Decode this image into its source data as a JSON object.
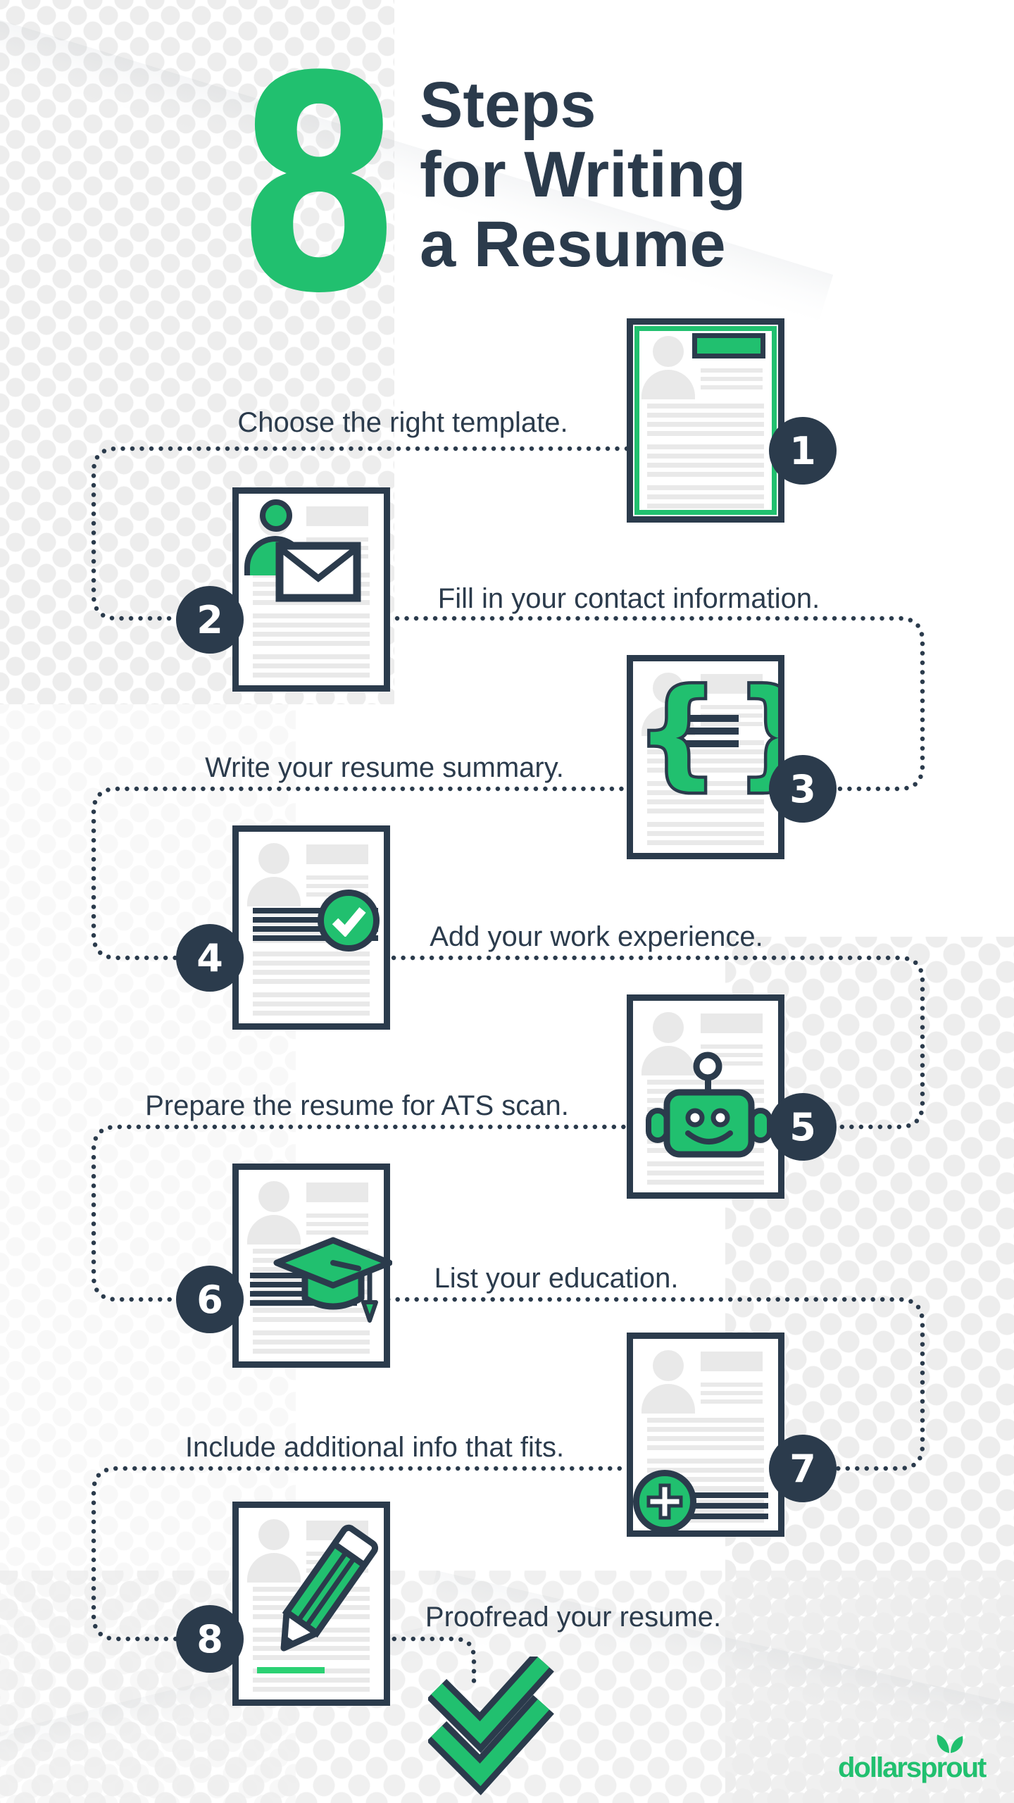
{
  "title": {
    "big_number": "8",
    "lines": [
      "Steps",
      "for Writing",
      "a Resume"
    ]
  },
  "steps": [
    {
      "number": "1",
      "label": "Choose the right template.",
      "icon": "green-framed-template"
    },
    {
      "number": "2",
      "label": "Fill in your contact information.",
      "icon": "person-and-envelope"
    },
    {
      "number": "3",
      "label": "Write your resume summary.",
      "icon": "curly-braces-summary"
    },
    {
      "number": "4",
      "label": "Add your work experience.",
      "icon": "checkmark-circle"
    },
    {
      "number": "5",
      "label": "Prepare the resume for ATS scan.",
      "icon": "robot"
    },
    {
      "number": "6",
      "label": "List your education.",
      "icon": "graduation-cap"
    },
    {
      "number": "7",
      "label": "Include additional info that fits.",
      "icon": "plus-circle"
    },
    {
      "number": "8",
      "label": "Proofread your resume.",
      "icon": "pencil"
    }
  ],
  "footer": {
    "brand": "dollarsprout"
  },
  "colors": {
    "green": "#21c06f",
    "navy": "#2b3b4c",
    "line_gray": "#e9e9e9"
  }
}
